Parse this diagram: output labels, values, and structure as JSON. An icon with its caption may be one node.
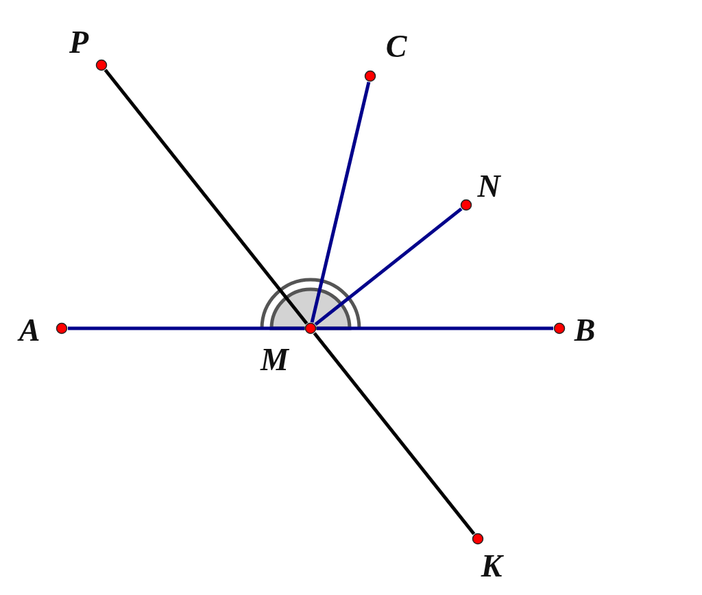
{
  "diagram": {
    "nodes": [
      {
        "text": [
          "P"
        ]
      },
      {
        "text": [
          "C"
        ]
      },
      {
        "text": [
          "N"
        ]
      },
      {
        "text": [
          "A"
        ]
      },
      {
        "text": [
          "M"
        ]
      },
      {
        "text": [
          "B"
        ]
      },
      {
        "text": [
          "K"
        ]
      }
    ],
    "edges": [
      {
        "from": 3,
        "to": 4,
        "arrow": "none"
      },
      {
        "from": 4,
        "to": 5,
        "arrow": "none"
      },
      {
        "from": 4,
        "to": 1,
        "arrow": "none"
      },
      {
        "from": 4,
        "to": 2,
        "arrow": "none"
      },
      {
        "from": 0,
        "to": 4,
        "arrow": "none",
        "color": "#000000"
      },
      {
        "from": 4,
        "to": 6,
        "arrow": "none",
        "color": "#000000"
      }
    ]
  }
}
